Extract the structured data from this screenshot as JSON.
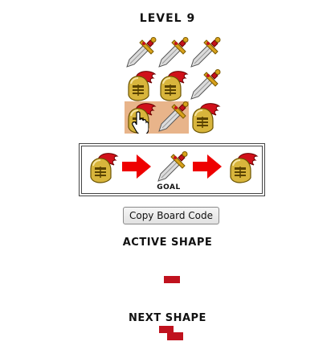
{
  "level": {
    "title": "LEVEL 9"
  },
  "board": {
    "rows": [
      [
        "sword-icon",
        "sword-icon",
        "sword-icon"
      ],
      [
        "knight-helmet-icon",
        "knight-helmet-icon",
        "sword-icon"
      ],
      [
        "knight-helmet-icon",
        "sword-icon",
        "knight-helmet-icon"
      ]
    ],
    "highlighted_cells": [
      [
        2,
        0
      ],
      [
        2,
        1
      ]
    ],
    "cursor": "hand-pointer-icon"
  },
  "goal": {
    "sequence": [
      "knight-helmet-icon",
      "arrow-right-icon",
      "sword-icon",
      "arrow-right-icon",
      "knight-helmet-icon"
    ],
    "label": "GOAL"
  },
  "controls": {
    "copy_button_label": "Copy Board Code"
  },
  "active_shape": {
    "title": "ACTIVE SHAPE"
  },
  "next_shape": {
    "title": "NEXT SHAPE"
  },
  "colors": {
    "shape": "#c0121e",
    "highlight": "#e8b48a",
    "arrow": "#ee0000"
  }
}
